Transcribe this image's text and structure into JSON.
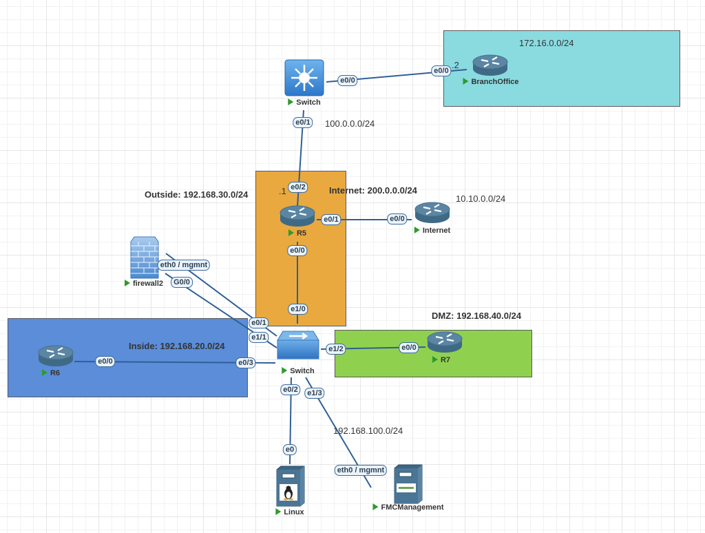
{
  "zones": {
    "branch": {
      "label": "172.16.0.0/24",
      "color": "#8adbe0"
    },
    "internet_zone": {
      "label": "Internet: 200.0.0.0/24",
      "color": "#e9a93f"
    },
    "inside": {
      "label": "Inside: 192.168.20.0/24",
      "color": "#5b8dd9"
    },
    "dmz": {
      "label": "DMZ: 192.168.40.0/24",
      "color": "#8fd14f"
    }
  },
  "network_labels": {
    "wan": "100.0.0.0/24",
    "outside": "Outside: 192.168.30.0/24",
    "internet_lan": "10.10.0.0/24",
    "mgmt": "192.168.100.0/24"
  },
  "nodes": {
    "top_switch": {
      "name": "Switch",
      "type": "l3-switch"
    },
    "branch_office": {
      "name": "BranchOffice",
      "type": "router"
    },
    "r5": {
      "name": "R5",
      "type": "router"
    },
    "internet": {
      "name": "Internet",
      "type": "router"
    },
    "firewall2": {
      "name": "firewall2",
      "type": "firewall"
    },
    "core_switch": {
      "name": "Switch",
      "type": "l2-switch"
    },
    "r6": {
      "name": "R6",
      "type": "router"
    },
    "r7": {
      "name": "R7",
      "type": "router"
    },
    "linux": {
      "name": "Linux",
      "type": "server"
    },
    "fmc": {
      "name": "FMCManagement",
      "type": "server"
    }
  },
  "host_octets": {
    "branch": ".2",
    "r5": ".1"
  },
  "interfaces": {
    "sw_top_e00": "e0/0",
    "branch_e00": "e0/0",
    "sw_top_e01": "e0/1",
    "r5_e02": "e0/2",
    "r5_e01": "e0/1",
    "internet_e00": "e0/0",
    "r5_e00": "e0/0",
    "core_e10": "e1/0",
    "fw_eth0": "eth0 / mgmnt",
    "fw_g00": "G0/0",
    "core_e01": "e0/1",
    "core_e11": "e1/1",
    "core_e03": "e0/3",
    "r6_e00": "e0/0",
    "core_e12": "e1/2",
    "r7_e00": "e0/0",
    "core_e02": "e0/2",
    "core_e13": "e1/3",
    "linux_e0": "e0",
    "fmc_eth0": "eth0 / mgmnt"
  },
  "colors": {
    "link": "#2f5f96",
    "status_running": "#2e9a2e"
  }
}
